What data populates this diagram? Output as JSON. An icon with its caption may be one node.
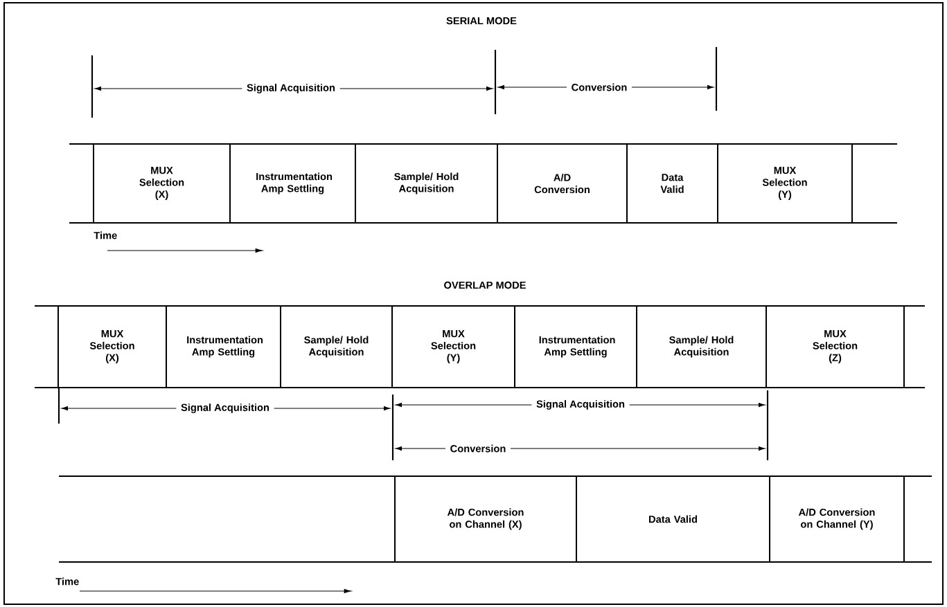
{
  "diagram": {
    "nodes": [
      {
        "text": [
          "MUX Selection (X)"
        ]
      },
      {
        "text": [
          "Instrumentation Amp Settling"
        ]
      },
      {
        "text": [
          "Sample/ Hold Acquisition"
        ]
      },
      {
        "text": [
          "A/D Conversion"
        ]
      },
      {
        "text": [
          "Data Valid"
        ]
      },
      {
        "text": [
          "MUX Selection (Y)"
        ]
      },
      {
        "text": [
          "MUX Selection (X)"
        ]
      },
      {
        "text": [
          "Instrumentation Amp Settling"
        ]
      },
      {
        "text": [
          "Sample/ Hold Acquisition"
        ]
      },
      {
        "text": [
          "MUX Selection (Y)"
        ]
      },
      {
        "text": [
          "Instrumentation Amp Settling"
        ]
      },
      {
        "text": [
          "Sample/ Hold Acquisition"
        ]
      },
      {
        "text": [
          "MUX Selection (Z)"
        ]
      },
      {
        "text": [
          "A/D Conversion on Channel (X)"
        ]
      },
      {
        "text": [
          "Data Valid"
        ]
      },
      {
        "text": [
          "A/D Conversion on Channel (Y)"
        ]
      }
    ],
    "labels": [
      "SERIAL MODE",
      "Signal Acquisition",
      "Conversion",
      "Time",
      "OVERLAP MODE",
      "Signal Acquisition",
      "Signal Acquisition",
      "Conversion",
      "Time"
    ]
  }
}
